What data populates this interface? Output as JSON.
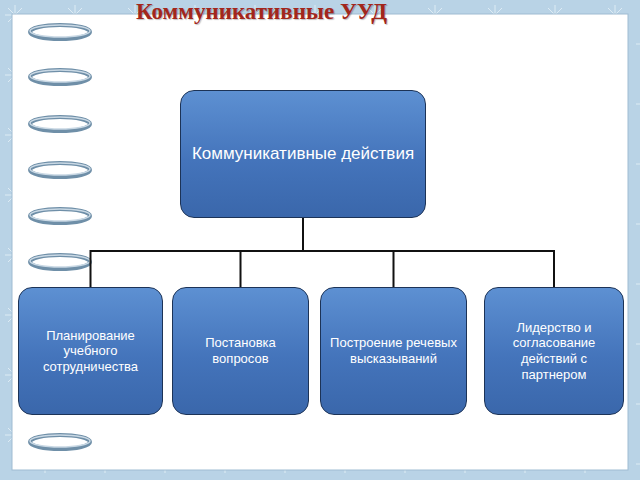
{
  "diagram": {
    "title": "Коммуникативные УУД",
    "nodes": [
      {
        "text": [
          "Коммуникативные действия"
        ]
      },
      {
        "text": [
          "Планирование учебного сотрудничества"
        ]
      },
      {
        "text": [
          "Постановка вопросов"
        ]
      },
      {
        "text": [
          "Построение речевых высказываний"
        ]
      },
      {
        "text": [
          "Лидерство и согласование действий с партнером"
        ]
      }
    ],
    "edges": [
      {
        "from": 0,
        "to": 1,
        "arrow": "none"
      },
      {
        "from": 0,
        "to": 2,
        "arrow": "none"
      },
      {
        "from": 0,
        "to": 3,
        "arrow": "none"
      },
      {
        "from": 0,
        "to": 4,
        "arrow": "none"
      }
    ]
  }
}
